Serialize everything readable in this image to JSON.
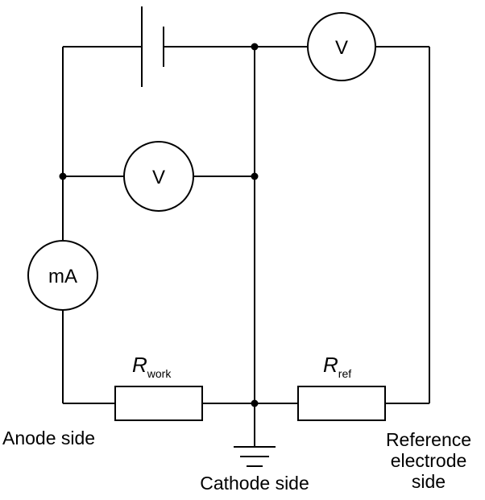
{
  "diagram": {
    "meters": {
      "top_voltmeter": "V",
      "mid_voltmeter": "V",
      "ammeter": "mA"
    },
    "resistors": {
      "work": {
        "symbol": "R",
        "subscript": "work"
      },
      "ref": {
        "symbol": "R",
        "subscript": "ref"
      }
    },
    "labels": {
      "anode": "Anode side",
      "cathode": "Cathode side",
      "reference_line1": "Reference",
      "reference_line2": "electrode",
      "reference_line3": "side"
    },
    "colors": {
      "line": "#000000",
      "background": "#ffffff"
    }
  }
}
